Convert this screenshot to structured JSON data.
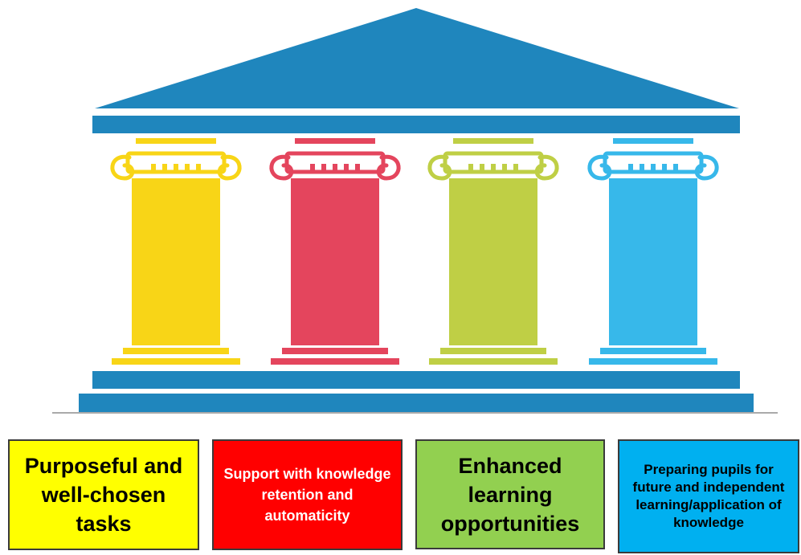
{
  "temple": {
    "roof_color": "#1f86bd",
    "base_color": "#1f86bd",
    "pillars": [
      {
        "color": "#f8d517"
      },
      {
        "color": "#e4455d"
      },
      {
        "color": "#bfcf45"
      },
      {
        "color": "#37b8ea"
      }
    ]
  },
  "labels": [
    {
      "text": "Purposeful and well-chosen tasks",
      "background": "#ffff00",
      "text_color": "#000000"
    },
    {
      "text": "Support with knowledge retention and automaticity",
      "background": "#ff0000",
      "text_color": "#ffffff"
    },
    {
      "text": "Enhanced learning opportunities",
      "background": "#92d050",
      "text_color": "#000000"
    },
    {
      "text": "Preparing pupils for future and independent learning/application of knowledge",
      "background": "#00b0f0",
      "text_color": "#000000"
    }
  ]
}
